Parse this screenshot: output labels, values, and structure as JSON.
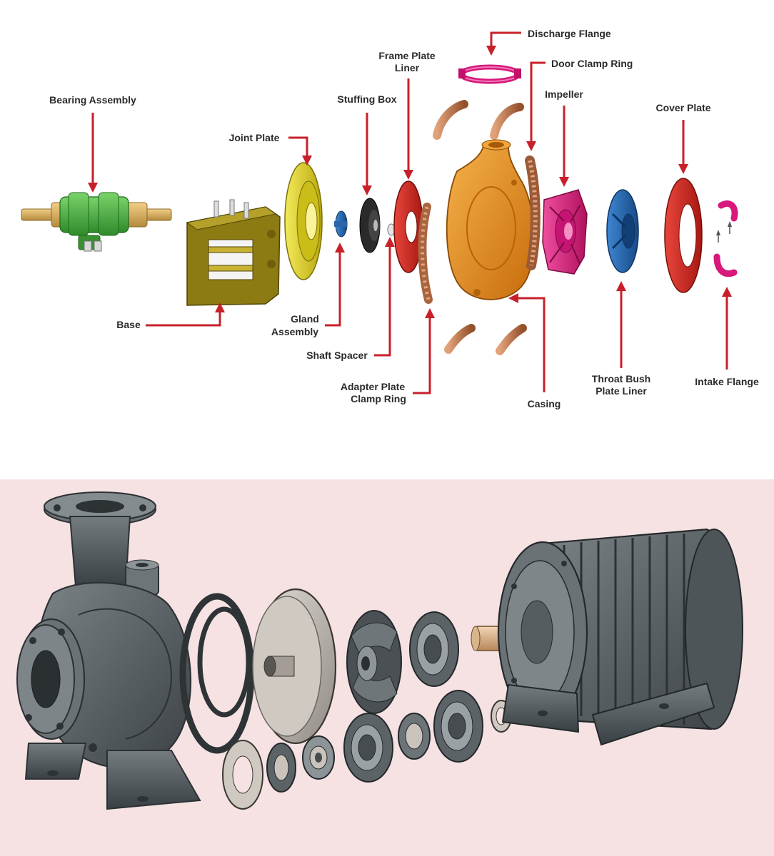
{
  "colors": {
    "arrow": "#c8202a",
    "label_text": "#2b2b2b",
    "bottom_background": "#f6e2e3",
    "gray_part": "#5c6366",
    "gray_dark": "#3c4245",
    "copper": "#b8734a",
    "orange": "#e8901a",
    "magenta": "#d8187a",
    "blue": "#1e5fa8",
    "red": "#d42a24",
    "green": "#4caf3a",
    "olive": "#8a7a16",
    "yellow": "#e0d21c"
  },
  "labels": {
    "bearing_assembly": [
      "Bearing Assembly"
    ],
    "base": [
      "Base"
    ],
    "joint_plate": [
      "Joint Plate"
    ],
    "gland_assembly": [
      "Gland",
      "Assembly"
    ],
    "stuffing_box": [
      "Stuffing Box"
    ],
    "shaft_spacer": [
      "Shaft Spacer"
    ],
    "frame_plate_liner": [
      "Frame Plate",
      "Liner"
    ],
    "adapter_plate_clamp_ring": [
      "Adapter Plate",
      "Clamp Ring"
    ],
    "discharge_flange": [
      "Discharge Flange"
    ],
    "door_clamp_ring": [
      "Door Clamp Ring"
    ],
    "impeller": [
      "Impeller"
    ],
    "casing": [
      "Casing"
    ],
    "cover_plate": [
      "Cover Plate"
    ],
    "throat_bush_plate_liner": [
      "Throat Bush",
      "Plate Liner"
    ],
    "intake_flange": [
      "Intake Flange"
    ]
  },
  "icons": {
    "callout_arrow": "arrow-icon",
    "motor": "electric-motor-icon",
    "pump_casing": "pump-volute-icon"
  }
}
